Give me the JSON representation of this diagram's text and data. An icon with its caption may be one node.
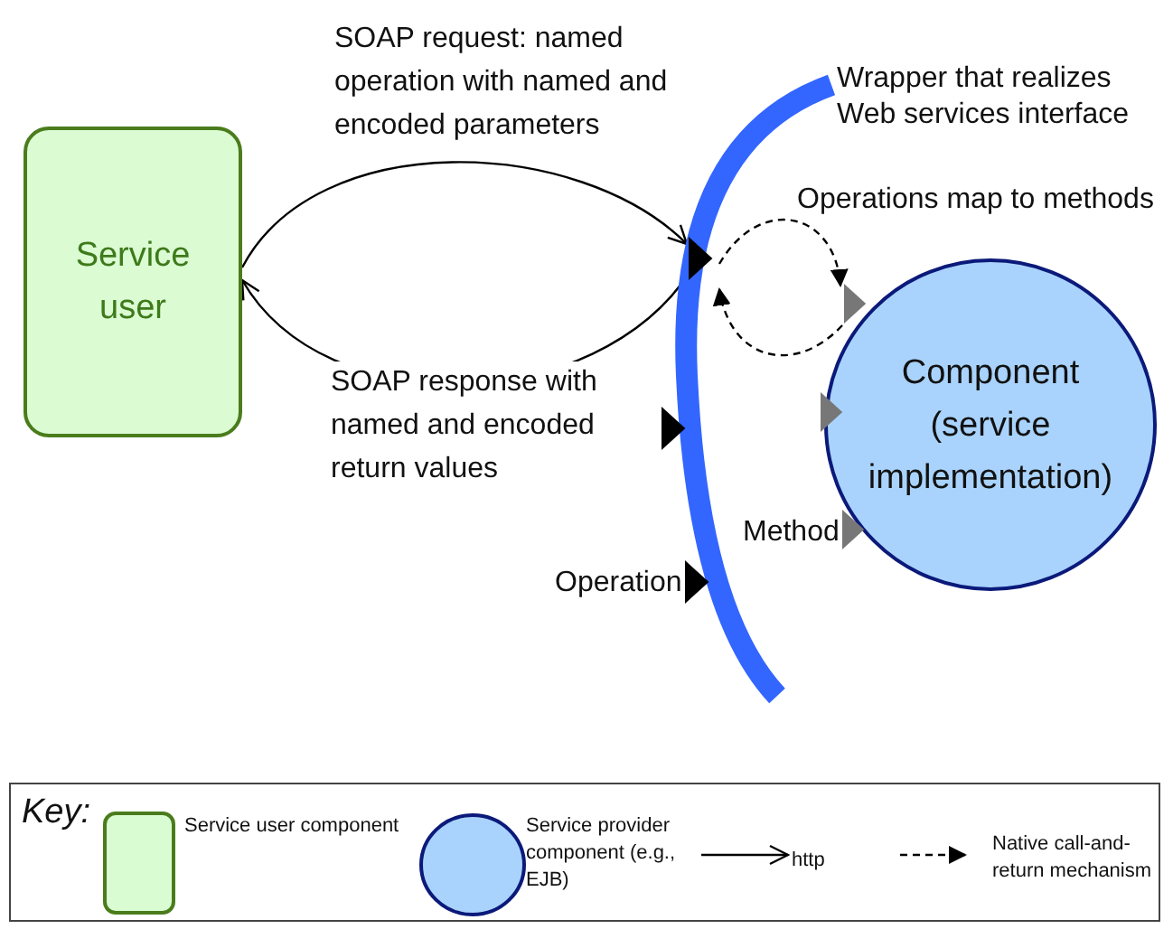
{
  "diagram": {
    "nodes": [
      {
        "text": [
          "Service user"
        ]
      },
      {
        "text": [],
        "shape": "arc",
        "beside": [
          "Wrapper that realizes Web services interface"
        ]
      },
      {
        "text": [
          "Component (service implementation)"
        ]
      }
    ],
    "edges": [
      {
        "from": 0,
        "to": 1,
        "arrow": "to",
        "label": "SOAP request: named operation with named and encoded parameters"
      },
      {
        "from": 1,
        "to": 0,
        "arrow": "to",
        "label": "SOAP response with named and encoded return values"
      },
      {
        "from": 1,
        "to": 2,
        "arrow": "to",
        "style": "dashed"
      },
      {
        "from": 2,
        "to": 1,
        "arrow": "to",
        "style": "dashed"
      }
    ],
    "labels": [
      "Operations map to methods",
      "Method",
      "Operation",
      "Key:"
    ],
    "legend": [
      {
        "text": "Service user component",
        "color": "#d9fcd3"
      },
      {
        "text": "Service provider component (e.g., EJB)",
        "color": "#a9d3fc"
      },
      {
        "text": "http"
      },
      {
        "text": "Native call-and-return mechanism"
      }
    ]
  }
}
